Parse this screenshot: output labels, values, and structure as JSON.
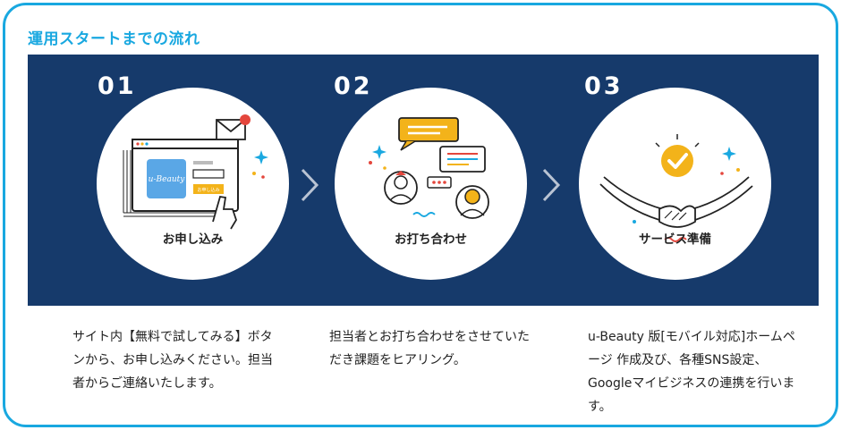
{
  "section_title": "運用スタートまでの流れ",
  "colors": {
    "accent": "#19a8e0",
    "band": "#163a6b",
    "gold": "#f3b31a",
    "red": "#e4463c"
  },
  "steps": [
    {
      "number": "01",
      "label": "お申し込み",
      "icon": "laptop-application-icon",
      "screen_logo": "u-Beauty",
      "screen_button": "お申し込み",
      "description": "サイト内【無料で試してみる】ボタンから、お申し込みください。担当者からご連絡いたします。"
    },
    {
      "number": "02",
      "label": "お打ち合わせ",
      "icon": "chat-meeting-icon",
      "description": "担当者とお打ち合わせをさせていただき課題をヒアリング。"
    },
    {
      "number": "03",
      "label": "サービス準備",
      "icon": "handshake-check-icon",
      "description": "u-Beauty 版[モバイル対応]ホームページ 作成及び、各種SNS設定、Googleマイビジネスの連携を行います。"
    }
  ]
}
